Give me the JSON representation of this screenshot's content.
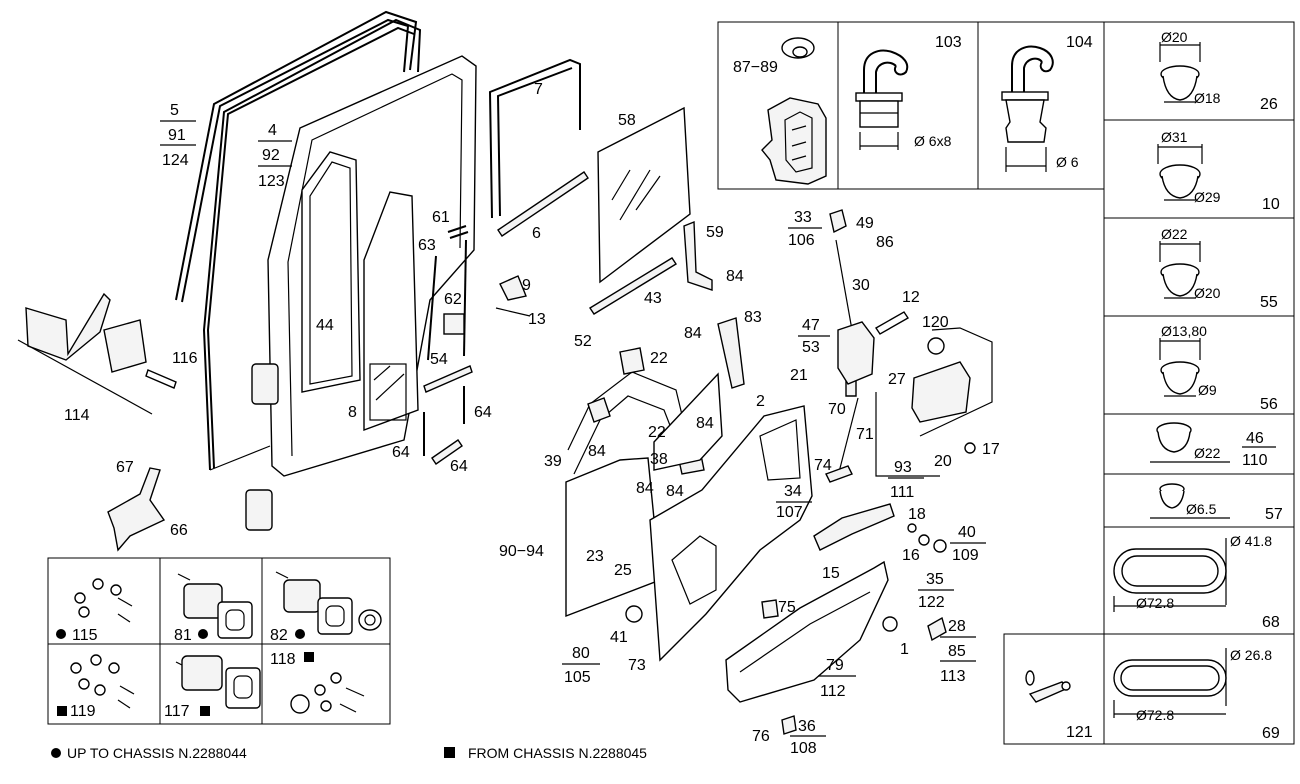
{
  "callouts": {
    "c5": "5",
    "c91": "91",
    "c124": "124",
    "c4": "4",
    "c92": "92",
    "c123": "123",
    "c7": "7",
    "c58": "58",
    "c6": "6",
    "c61": "61",
    "c63": "63",
    "c62": "62",
    "c9": "9",
    "c13": "13",
    "c44": "44",
    "c54": "54",
    "c8": "8",
    "c64a": "64",
    "c64b": "64",
    "c64c": "64",
    "c116": "116",
    "c114": "114",
    "c67": "67",
    "c66": "66",
    "c59": "59",
    "c84a": "84",
    "c43": "43",
    "c83": "83",
    "c52": "52",
    "c22a": "22",
    "c22b": "22",
    "c84b": "84",
    "c84c": "84",
    "c39": "39",
    "c84d": "84",
    "c38": "38",
    "c84e": "84",
    "c84f": "84",
    "c90_94": "90−94",
    "c23": "23",
    "c25": "25",
    "c41": "41",
    "c80": "80",
    "c105": "105",
    "c73": "73",
    "c33": "33",
    "c106": "106",
    "c49": "49",
    "c86": "86",
    "c30": "30",
    "c12": "12",
    "c47": "47",
    "c53": "53",
    "c120": "120",
    "c21": "21",
    "c2": "2",
    "c27": "27",
    "c70": "70",
    "c71": "71",
    "c74": "74",
    "c34": "34",
    "c107": "107",
    "c93": "93",
    "c111": "111",
    "c18": "18",
    "c20": "20",
    "c17": "17",
    "c40": "40",
    "c109": "109",
    "c16": "16",
    "c15": "15",
    "c35": "35",
    "c122": "122",
    "c75": "75",
    "c1": "1",
    "c28": "28",
    "c85": "85",
    "c113": "113",
    "c79": "79",
    "c112": "112",
    "c76": "76",
    "c36": "36",
    "c108": "108"
  },
  "top_boxes": {
    "b87_89": "87−89",
    "b103": "103",
    "b103_dim": "Ø  6x8",
    "b104": "104",
    "b104_dim": "Ø  6"
  },
  "plugs": [
    {
      "top": "Ø20",
      "side": "Ø18",
      "num": "26"
    },
    {
      "top": "Ø31",
      "side": "Ø29",
      "num": "10"
    },
    {
      "top": "Ø22",
      "side": "Ø20",
      "num": "55"
    },
    {
      "top": "Ø13,80",
      "side": "Ø9",
      "num": "56"
    },
    {
      "side": "Ø22",
      "frac_top": "46",
      "frac_bot": "110"
    },
    {
      "side": "Ø6.5",
      "num": "57"
    }
  ],
  "ovals": [
    {
      "h": "Ø 41.8",
      "w": "Ø72.8",
      "num": "68"
    },
    {
      "h": "Ø 26.8",
      "w": "Ø72.8",
      "num": "69"
    }
  ],
  "kit121": "121",
  "kits": {
    "k115": "115",
    "k81": "81",
    "k82": "82",
    "k118": "118",
    "k119": "119",
    "k117": "117"
  },
  "legend": {
    "dot_text": "UP TO CHASSIS N.2288044",
    "square_text": "FROM CHASSIS N.2288045"
  }
}
